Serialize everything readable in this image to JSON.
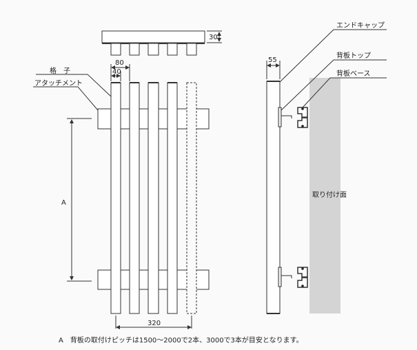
{
  "labels": {
    "lattice": "格　子",
    "attachment": "アタッチメント",
    "end_cap": "エンドキャップ",
    "backboard_top": "背板トップ",
    "backboard_base": "背板ベース",
    "mounting_surface": "取り付け面",
    "pitch_a": "A"
  },
  "dimensions": {
    "top_thickness": "30",
    "pitch_80": "80",
    "width_40": "40",
    "total_320": "320",
    "depth_55": "55"
  },
  "note": "A　背板の取付けピッチは1500～2000で2本、3000で3本が目安となります。"
}
